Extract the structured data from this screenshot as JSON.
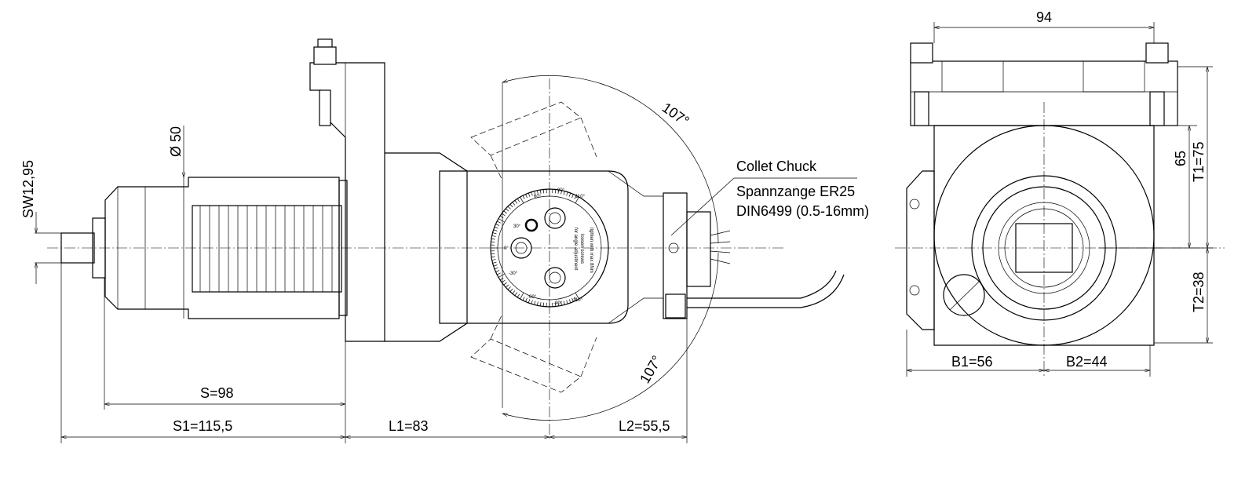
{
  "labels": {
    "collet_chuck": "Collet Chuck",
    "collet_spec_1": "Spannzange ER25",
    "collet_spec_2": "DIN6499 (0.5-16mm)",
    "dial_text_1": "for angle adjustment",
    "dial_text_2": "loosen screws",
    "dial_text_3": "tighten with max 8Nm"
  },
  "dial_ticks": [
    "110°",
    "90°",
    "60°",
    "30°",
    "0°",
    "-30°",
    "-60°",
    "-90°",
    "-110°"
  ],
  "dimensions": {
    "sw": "SW12,95",
    "diameter": "Ø 50",
    "angle_top": "107°",
    "angle_bottom": "107°",
    "s": "S=98",
    "s1": "S1=115,5",
    "l1": "L1=83",
    "l2": "L2=55,5",
    "width_94": "94",
    "h65": "65",
    "t1": "T1=75",
    "t2": "T2=38",
    "b1": "B1=56",
    "b2": "B2=44"
  }
}
